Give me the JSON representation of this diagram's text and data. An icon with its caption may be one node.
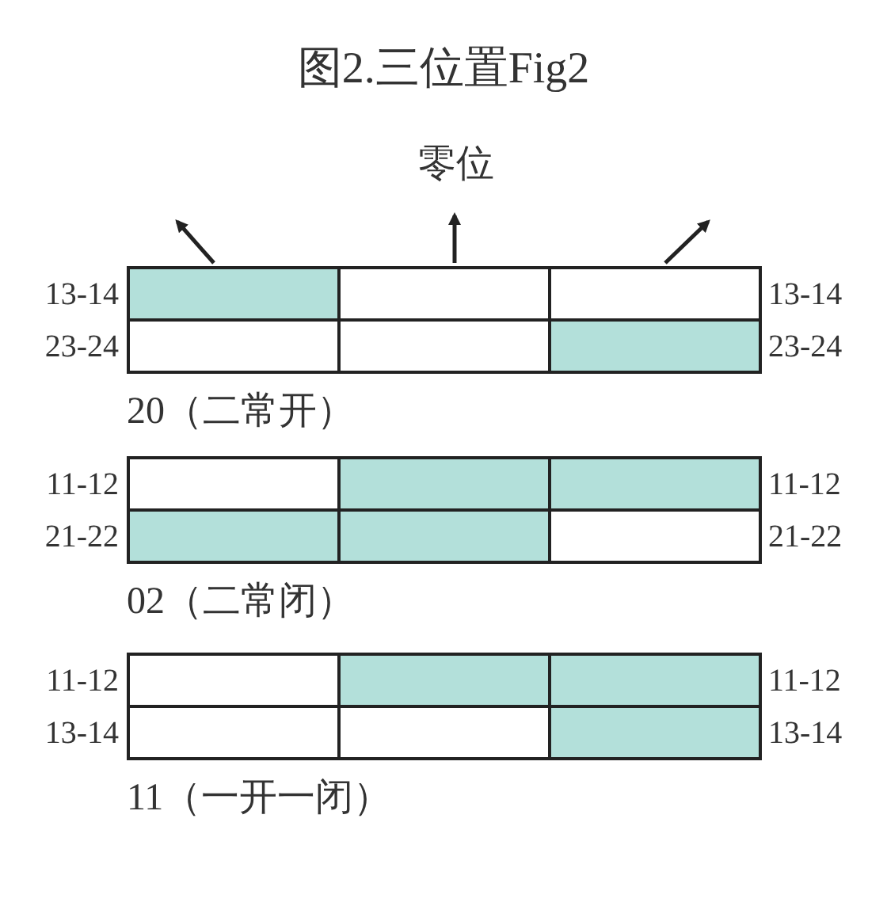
{
  "diagram": {
    "title": "图2.三位置Fig2",
    "labels": [
      "零位",
      "13-14",
      "13-14",
      "23-24",
      "23-24",
      "20（二常开）",
      "11-12",
      "11-12",
      "21-22",
      "21-22",
      "02（二常闭）",
      "11-12",
      "11-12",
      "13-14",
      "13-14",
      "11（一开一闭）"
    ]
  }
}
